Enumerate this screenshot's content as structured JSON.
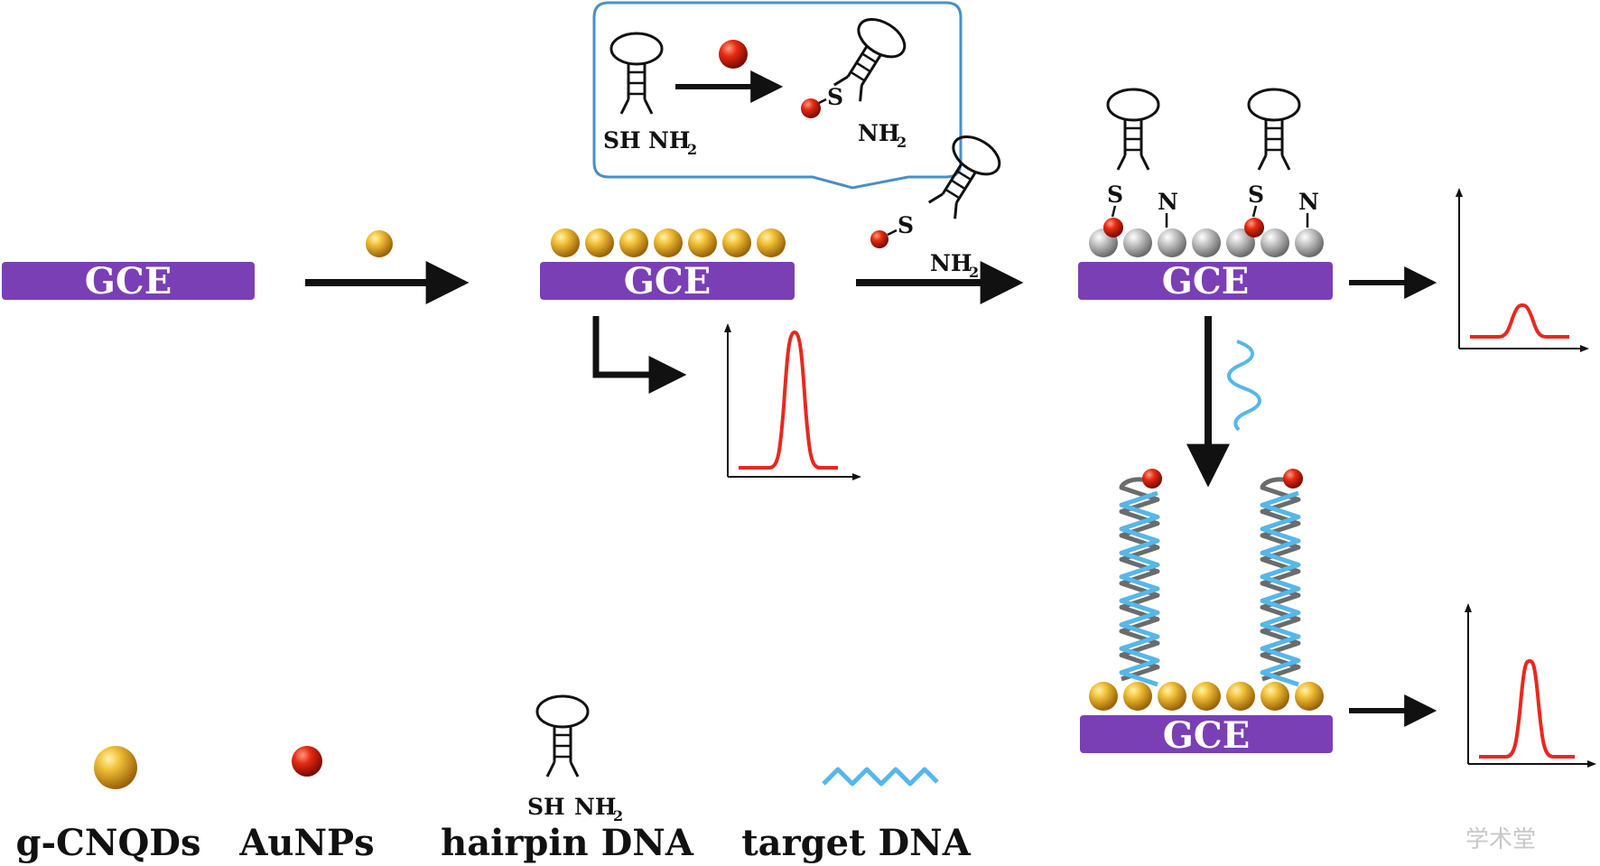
{
  "electrode_label": "GCE",
  "chem": {
    "sh": "SH",
    "nh": "NH",
    "sub2": "2",
    "s": "S",
    "n": "N"
  },
  "legend": [
    {
      "label": "g-CNQDs",
      "icon": "gold-sphere-icon"
    },
    {
      "label": "AuNPs",
      "icon": "red-sphere-icon"
    },
    {
      "label": "hairpin DNA",
      "icon": "hairpin-dna-icon"
    },
    {
      "label": "target DNA",
      "icon": "wavy-strand-icon"
    }
  ],
  "watermark": "学术堂",
  "colors": {
    "electrode": "#7b3fb5",
    "g_cnqds": "#e0a418",
    "aunps": "#d42010",
    "gray_nanoparticle": "#a8a8a8",
    "target_dna": "#55b7ea",
    "signal_peak": "#e8281e",
    "callout_border": "#4a8fc8"
  },
  "signals": {
    "after_g_cnqds": "high",
    "after_probe_immobilization": "low",
    "after_target_hybridization": "high"
  }
}
